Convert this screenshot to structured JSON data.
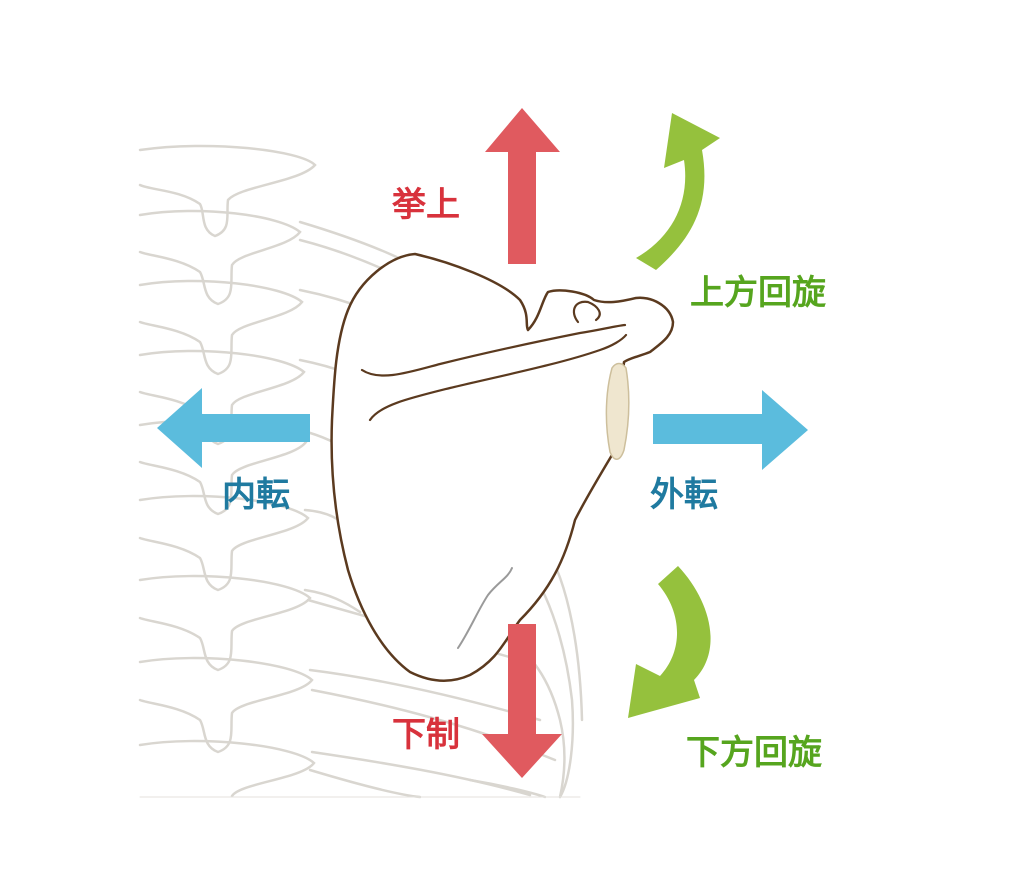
{
  "labels": {
    "elevation": "挙上",
    "depression": "下制",
    "adduction": "内転",
    "abduction": "外転",
    "upward_rotation": "上方回旋",
    "downward_rotation": "下方回旋"
  },
  "colors": {
    "red_arrow": "#e05a5f",
    "red_text": "#d8323c",
    "blue_arrow": "#5bbcdd",
    "blue_text": "#1f7aa0",
    "green_arrow": "#95c13d",
    "green_text": "#56a51e",
    "bone_outline": "#5b3a1f",
    "skeleton_line": "#d9d6d0",
    "clavicle_tip": "#efe6cf"
  }
}
